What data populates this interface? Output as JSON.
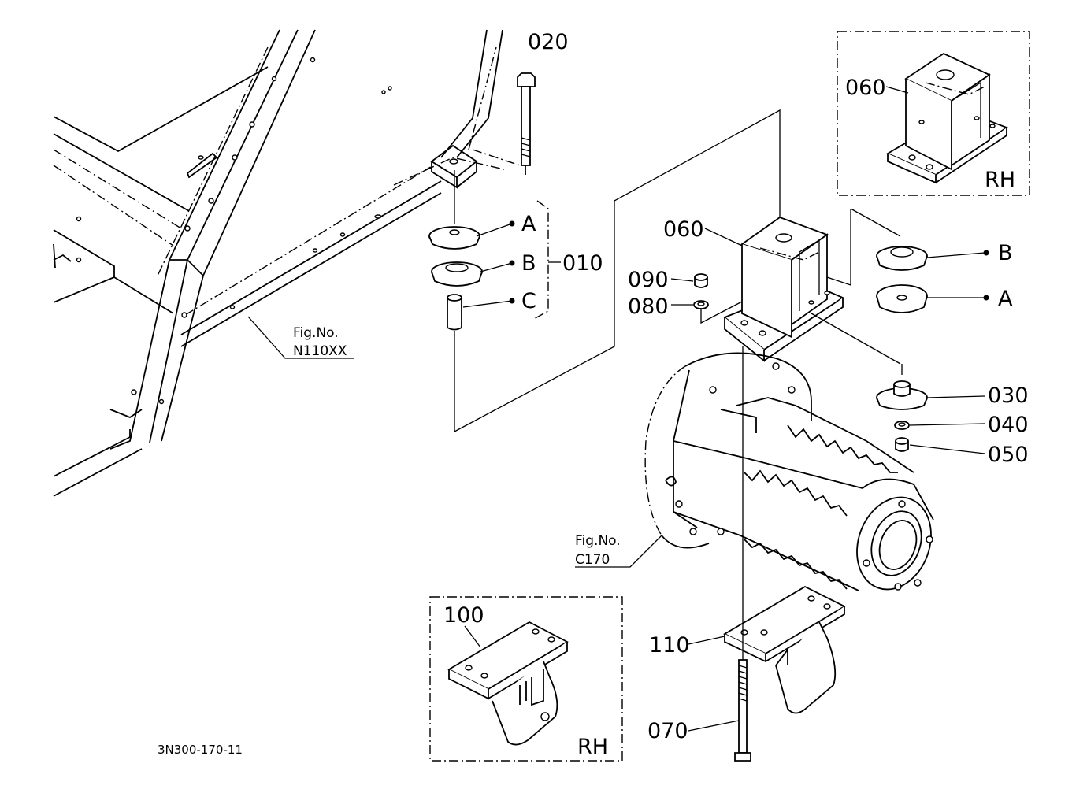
{
  "labels": {
    "p020": "020",
    "p010": "010",
    "p060_top": "060",
    "p060_main": "060",
    "p090": "090",
    "p080": "080",
    "p030": "030",
    "p040": "040",
    "p050": "050",
    "p100": "100",
    "p110": "110",
    "p070": "070",
    "a_left": "A",
    "b_left": "B",
    "c_left": "C",
    "b_right": "B",
    "a_right": "A",
    "rh_top": "RH",
    "rh_bottom": "RH",
    "fig_n110_1": "Fig.No.",
    "fig_n110_2": "N110XX",
    "fig_c170_1": "Fig.No.",
    "fig_c170_2": "C170",
    "drawing_code": "3N300-170-11"
  }
}
